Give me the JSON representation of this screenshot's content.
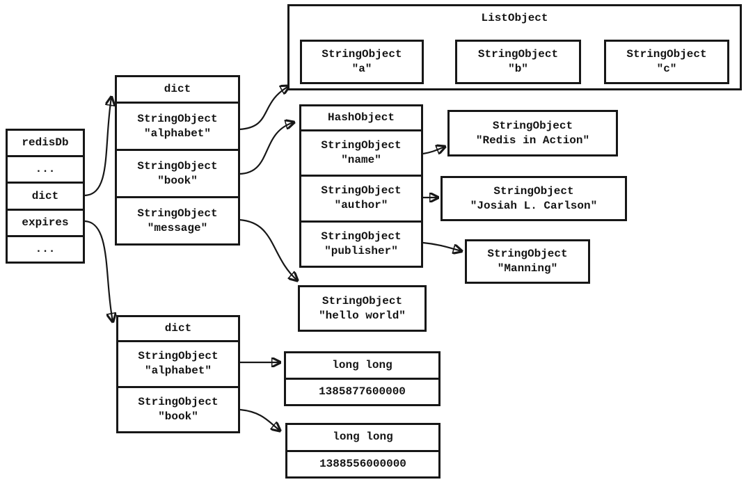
{
  "redisdb_struct": {
    "rows": [
      "redisDb",
      "...",
      "dict",
      "expires",
      "..."
    ]
  },
  "main_dict": {
    "header": "dict",
    "entries": [
      {
        "type": "StringObject",
        "value": "\"alphabet\""
      },
      {
        "type": "StringObject",
        "value": "\"book\""
      },
      {
        "type": "StringObject",
        "value": "\"message\""
      }
    ]
  },
  "list_object": {
    "label": "ListObject",
    "items": [
      {
        "type": "StringObject",
        "value": "\"a\""
      },
      {
        "type": "StringObject",
        "value": "\"b\""
      },
      {
        "type": "StringObject",
        "value": "\"c\""
      }
    ]
  },
  "hash_object": {
    "header": "HashObject",
    "fields": [
      {
        "type": "StringObject",
        "value": "\"name\""
      },
      {
        "type": "StringObject",
        "value": "\"author\""
      },
      {
        "type": "StringObject",
        "value": "\"publisher\""
      }
    ]
  },
  "hash_values": {
    "name": {
      "type": "StringObject",
      "value": "\"Redis in Action\""
    },
    "author": {
      "type": "StringObject",
      "value": "\"Josiah L. Carlson\""
    },
    "publisher": {
      "type": "StringObject",
      "value": "\"Manning\""
    }
  },
  "message_value": {
    "type": "StringObject",
    "value": "\"hello world\""
  },
  "expires_dict": {
    "header": "dict",
    "entries": [
      {
        "type": "StringObject",
        "value": "\"alphabet\""
      },
      {
        "type": "StringObject",
        "value": "\"book\""
      }
    ]
  },
  "expire_values": {
    "alphabet": {
      "header": "long long",
      "value": "1385877600000"
    },
    "book": {
      "header": "long long",
      "value": "1388556000000"
    }
  },
  "colors": {
    "ink": "#171717",
    "background": "#ffffff"
  }
}
